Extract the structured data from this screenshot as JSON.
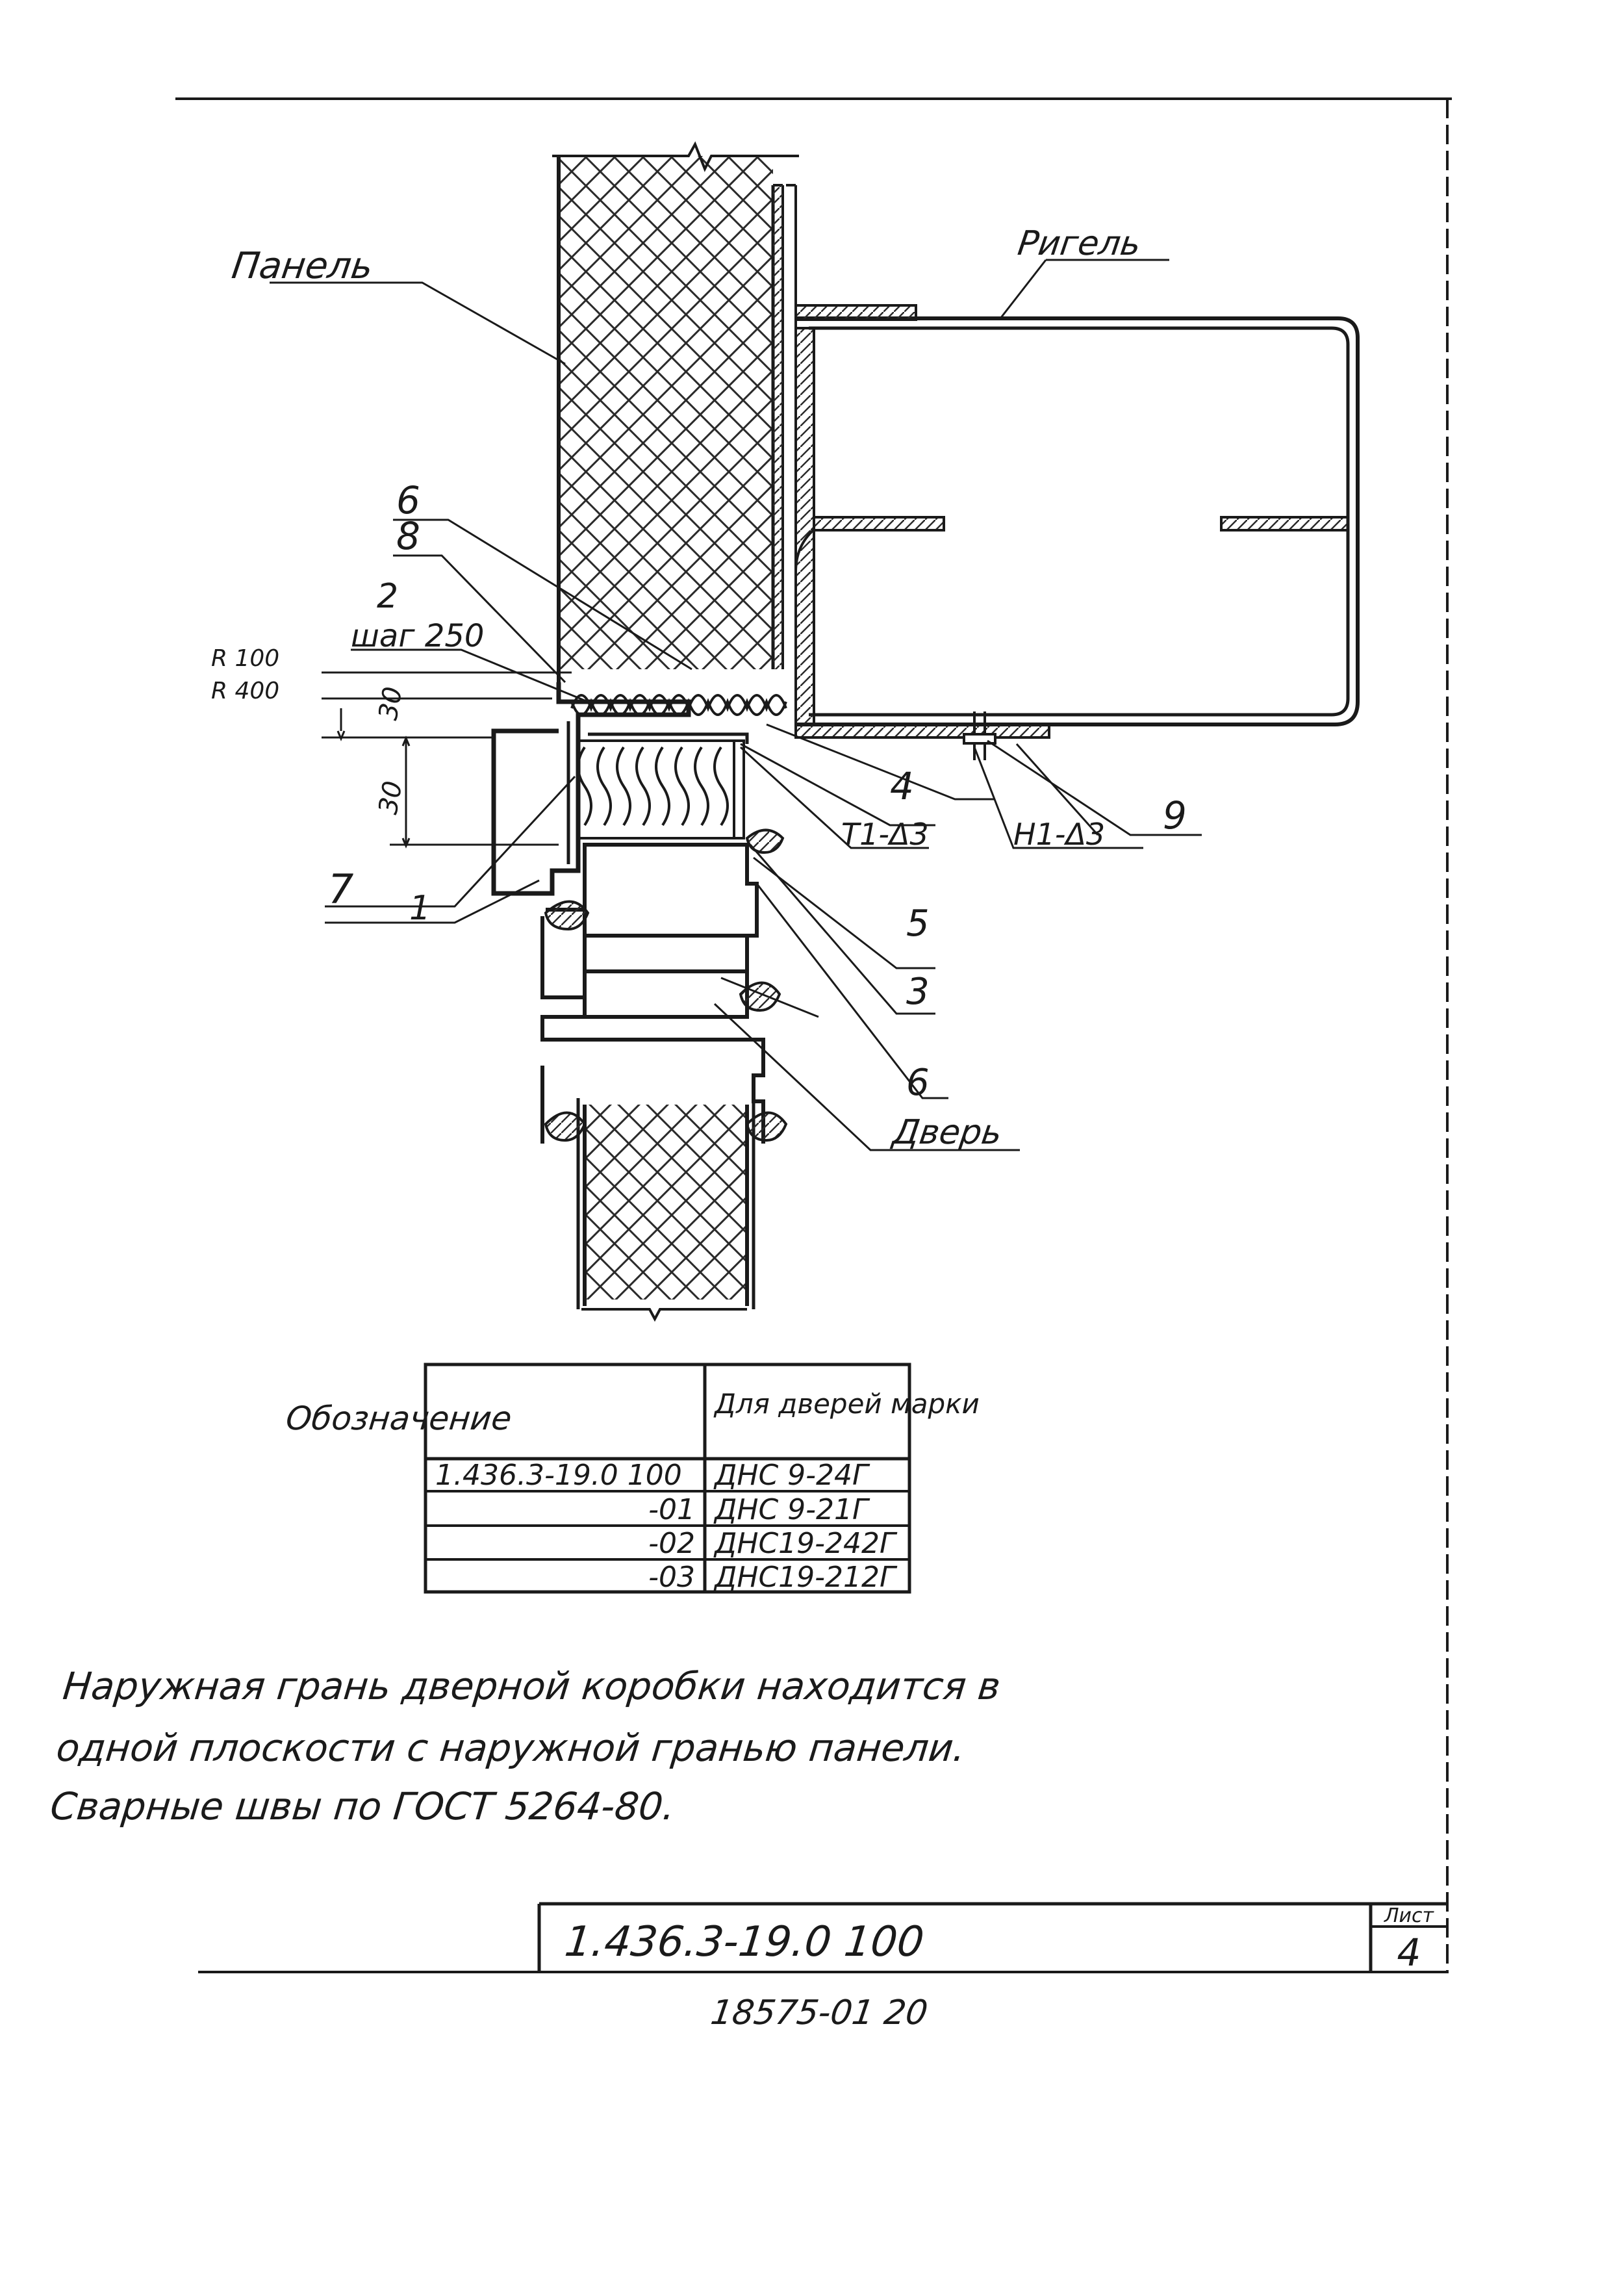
{
  "labels": {
    "panel": "Панель",
    "rigel": "Ригель",
    "door": "Дверь",
    "n1": "1",
    "n2": "2",
    "n3": "3",
    "n4": "4",
    "n5": "5",
    "n6_top": "6",
    "n6_bottom": "6",
    "n7": "7",
    "n8": "8",
    "n9": "9",
    "weld_pitch": "шаг 250",
    "weld_t1": "Т1-Δ3",
    "weld_n1": "Н1-Δ3",
    "radius_r100": "R 100",
    "radius_r400": "R 400"
  },
  "dimensions": {
    "d1": "30",
    "d2": "30"
  },
  "table": {
    "headers": [
      "Обозначение",
      "Для дверей марки"
    ],
    "rows": [
      [
        "1.436.3-19.0 100",
        "ДНС 9-24Г"
      ],
      [
        "-01",
        "ДНС 9-21Г"
      ],
      [
        "-02",
        "ДНС19-242Г"
      ],
      [
        "-03",
        "ДНС19-212Г"
      ]
    ]
  },
  "notes": [
    "Наружная грань дверной коробки находится в",
    "одной плоскости с наружной гранью панели.",
    "Сварные швы по ГОСТ 5264-80."
  ],
  "title_block": {
    "code": "1.436.3-19.0 100",
    "sheet_label": "Лист",
    "sheet_number": "4"
  },
  "archive_number": "18575-01 20"
}
